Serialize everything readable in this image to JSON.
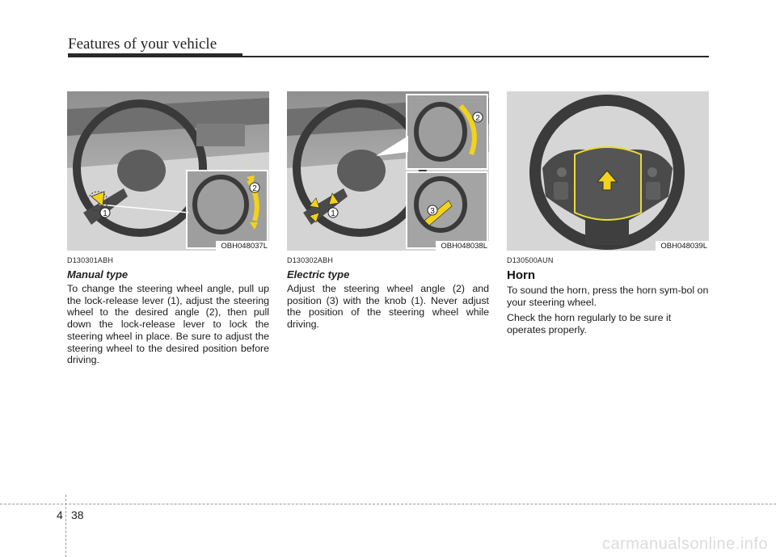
{
  "header": {
    "title": "Features of your vehicle"
  },
  "columns": [
    {
      "figure_code": "OBH048037L",
      "doc_code": "D130301ABH",
      "subheading": "Manual type",
      "body": "To change the steering wheel angle, pull up the lock-release lever (1), adjust the steering wheel to the desired angle (2), then pull down the lock-release lever to lock the steering wheel in place. Be sure to adjust the steering wheel to the desired position before driving.",
      "callouts": [
        "1",
        "2"
      ]
    },
    {
      "figure_code": "OBH048038L",
      "doc_code": "D130302ABH",
      "subheading": "Electric type",
      "body": "Adjust the steering wheel angle (2) and position (3) with the knob (1). Never adjust the position of the steering wheel while driving.",
      "callouts": [
        "1",
        "2",
        "3"
      ]
    },
    {
      "figure_code": "OBH048039L",
      "doc_code": "D130500AUN",
      "heading": "Horn",
      "body1": "To sound the horn, press the horn sym-bol on your steering wheel.",
      "body2": "Check the horn regularly to be sure it operates properly."
    }
  ],
  "footer": {
    "chapter": "4",
    "page": "38"
  },
  "watermark": "carmanualsonline.info",
  "colors": {
    "arrow_yellow": "#f2d21b",
    "horn_outline": "#e8dc3a",
    "rule": "#2a2a2a"
  }
}
